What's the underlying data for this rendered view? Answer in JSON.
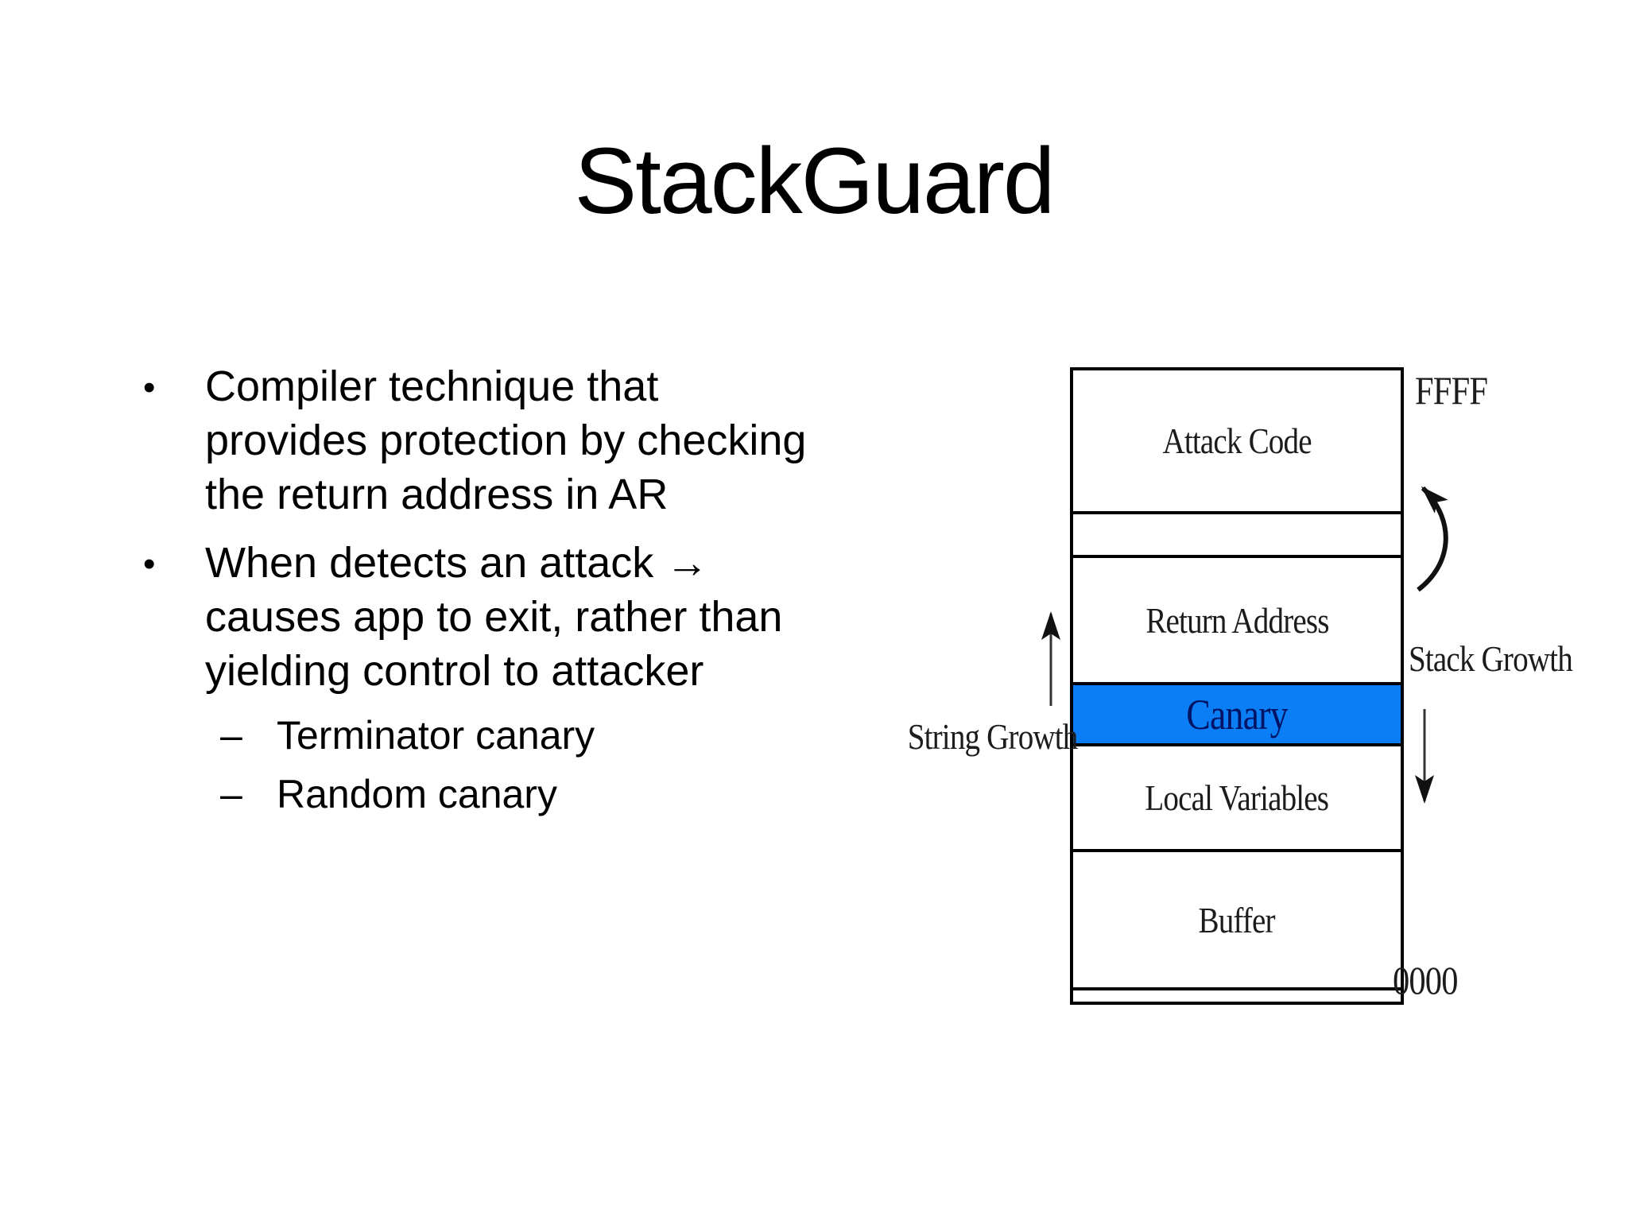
{
  "slide": {
    "title": "StackGuard"
  },
  "bullets": [
    {
      "marker": "•",
      "text": "Compiler technique that provides protection by checking the return address in AR"
    },
    {
      "marker": "•",
      "text": "When detects an attack → causes app to exit, rather than yielding control to attacker",
      "sub": [
        {
          "marker": "–",
          "text": "Terminator canary"
        },
        {
          "marker": "–",
          "text": "Random canary"
        }
      ]
    }
  ],
  "diagram": {
    "stack_frames": [
      {
        "label": "Attack Code"
      },
      {
        "label": ""
      },
      {
        "label": "Return Address"
      },
      {
        "label": "Canary",
        "highlight": true
      },
      {
        "label": "Local Variables"
      },
      {
        "label": "Buffer"
      },
      {
        "label": ""
      }
    ],
    "address_top": "FFFF",
    "address_bottom": "0000",
    "right_arrow_label": "Stack Growth",
    "left_arrow_label": "String Growth",
    "arrows": [
      {
        "name": "string-growth-arrow",
        "direction": "up"
      },
      {
        "name": "stack-growth-arrow",
        "direction": "down"
      },
      {
        "name": "return-to-attack-curve-arrow",
        "direction": "curved-up"
      }
    ],
    "colors": {
      "canary_fill": "#0b7ef5",
      "canary_text": "#001365",
      "line": "#000000"
    }
  }
}
